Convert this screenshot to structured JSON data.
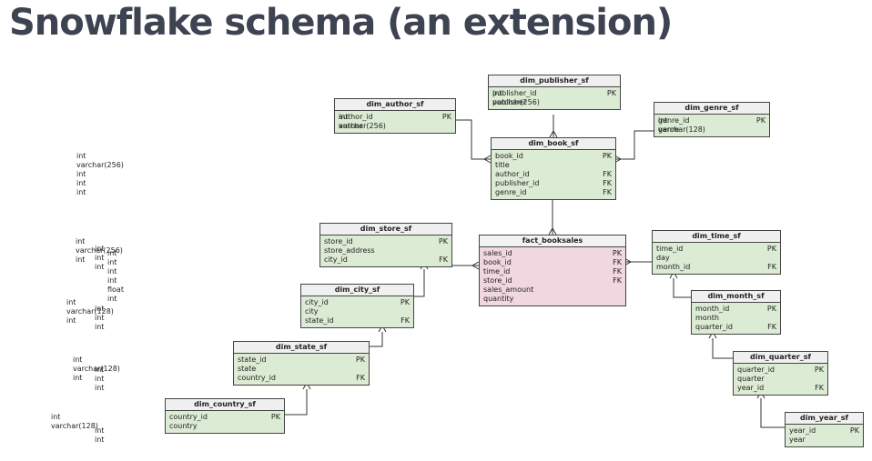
{
  "title": "Snowflake schema (an extension)",
  "colors": {
    "dimension_fill": "#dcebd4",
    "fact_fill": "#f1d7e0",
    "title_text": "#3d4350"
  },
  "tables": [
    {
      "id": "dim_publisher_sf",
      "name": "dim_publisher_sf",
      "kind": "dim",
      "columns": [
        {
          "name": "publisher_id",
          "type": "int",
          "key": "PK"
        },
        {
          "name": "publisher",
          "type": "varchar(256)",
          "key": ""
        }
      ]
    },
    {
      "id": "dim_author_sf",
      "name": "dim_author_sf",
      "kind": "dim",
      "columns": [
        {
          "name": "author_id",
          "type": "int",
          "key": "PK"
        },
        {
          "name": "author",
          "type": "varchar(256)",
          "key": ""
        }
      ]
    },
    {
      "id": "dim_genre_sf",
      "name": "dim_genre_sf",
      "kind": "dim",
      "columns": [
        {
          "name": "genre_id",
          "type": "int",
          "key": "PK"
        },
        {
          "name": "genre",
          "type": "varchar(128)",
          "key": ""
        }
      ]
    },
    {
      "id": "dim_book_sf",
      "name": "dim_book_sf",
      "kind": "dim",
      "columns": [
        {
          "name": "book_id",
          "type": "int",
          "key": "PK"
        },
        {
          "name": "title",
          "type": "varchar(256)",
          "key": ""
        },
        {
          "name": "author_id",
          "type": "int",
          "key": "FK"
        },
        {
          "name": "publisher_id",
          "type": "int",
          "key": "FK"
        },
        {
          "name": "genre_id",
          "type": "int",
          "key": "FK"
        }
      ]
    },
    {
      "id": "dim_store_sf",
      "name": "dim_store_sf",
      "kind": "dim",
      "columns": [
        {
          "name": "store_id",
          "type": "int",
          "key": "PK"
        },
        {
          "name": "store_address",
          "type": "varchar(256)",
          "key": ""
        },
        {
          "name": "city_id",
          "type": "int",
          "key": "FK"
        }
      ]
    },
    {
      "id": "fact_booksales",
      "name": "fact_booksales",
      "kind": "fact",
      "columns": [
        {
          "name": "sales_id",
          "type": "int",
          "key": "PK"
        },
        {
          "name": "book_id",
          "type": "int",
          "key": "FK"
        },
        {
          "name": "time_id",
          "type": "int",
          "key": "FK"
        },
        {
          "name": "store_id",
          "type": "int",
          "key": "FK"
        },
        {
          "name": "sales_amount",
          "type": "float",
          "key": ""
        },
        {
          "name": "quantity",
          "type": "int",
          "key": ""
        }
      ]
    },
    {
      "id": "dim_time_sf",
      "name": "dim_time_sf",
      "kind": "dim",
      "columns": [
        {
          "name": "time_id",
          "type": "int",
          "key": "PK"
        },
        {
          "name": "day",
          "type": "int",
          "key": ""
        },
        {
          "name": "month_id",
          "type": "int",
          "key": "FK"
        }
      ]
    },
    {
      "id": "dim_city_sf",
      "name": "dim_city_sf",
      "kind": "dim",
      "columns": [
        {
          "name": "city_id",
          "type": "int",
          "key": "PK"
        },
        {
          "name": "city",
          "type": "varchar(128)",
          "key": ""
        },
        {
          "name": "state_id",
          "type": "int",
          "key": "FK"
        }
      ]
    },
    {
      "id": "dim_month_sf",
      "name": "dim_month_sf",
      "kind": "dim",
      "columns": [
        {
          "name": "month_id",
          "type": "int",
          "key": "PK"
        },
        {
          "name": "month",
          "type": "int",
          "key": ""
        },
        {
          "name": "quarter_id",
          "type": "int",
          "key": "FK"
        }
      ]
    },
    {
      "id": "dim_state_sf",
      "name": "dim_state_sf",
      "kind": "dim",
      "columns": [
        {
          "name": "state_id",
          "type": "int",
          "key": "PK"
        },
        {
          "name": "state",
          "type": "varchar(128)",
          "key": ""
        },
        {
          "name": "country_id",
          "type": "int",
          "key": "FK"
        }
      ]
    },
    {
      "id": "dim_quarter_sf",
      "name": "dim_quarter_sf",
      "kind": "dim",
      "columns": [
        {
          "name": "quarter_id",
          "type": "int",
          "key": "PK"
        },
        {
          "name": "quarter",
          "type": "int",
          "key": ""
        },
        {
          "name": "year_id",
          "type": "int",
          "key": "FK"
        }
      ]
    },
    {
      "id": "dim_country_sf",
      "name": "dim_country_sf",
      "kind": "dim",
      "columns": [
        {
          "name": "country_id",
          "type": "int",
          "key": "PK"
        },
        {
          "name": "country",
          "type": "varchar(128)",
          "key": ""
        }
      ]
    },
    {
      "id": "dim_year_sf",
      "name": "dim_year_sf",
      "kind": "dim",
      "columns": [
        {
          "name": "year_id",
          "type": "int",
          "key": "PK"
        },
        {
          "name": "year",
          "type": "int",
          "key": ""
        }
      ]
    }
  ],
  "relationships": [
    {
      "from": "dim_author_sf",
      "to": "dim_book_sf"
    },
    {
      "from": "dim_publisher_sf",
      "to": "dim_book_sf"
    },
    {
      "from": "dim_genre_sf",
      "to": "dim_book_sf"
    },
    {
      "from": "dim_book_sf",
      "to": "fact_booksales"
    },
    {
      "from": "dim_store_sf",
      "to": "fact_booksales"
    },
    {
      "from": "dim_time_sf",
      "to": "fact_booksales"
    },
    {
      "from": "dim_city_sf",
      "to": "dim_store_sf"
    },
    {
      "from": "dim_state_sf",
      "to": "dim_city_sf"
    },
    {
      "from": "dim_country_sf",
      "to": "dim_state_sf"
    },
    {
      "from": "dim_month_sf",
      "to": "dim_time_sf"
    },
    {
      "from": "dim_quarter_sf",
      "to": "dim_month_sf"
    },
    {
      "from": "dim_year_sf",
      "to": "dim_quarter_sf"
    }
  ]
}
